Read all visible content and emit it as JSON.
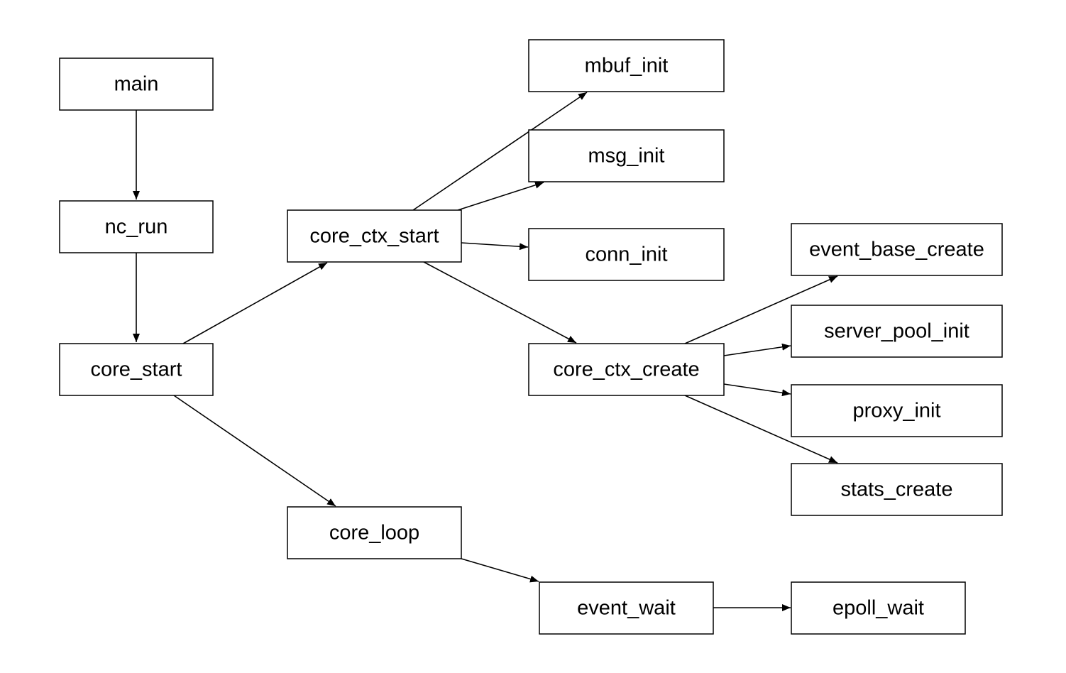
{
  "diagram": {
    "type": "call-graph",
    "colors": {
      "stroke": "#000000",
      "fill": "#ffffff",
      "text": "#000000"
    },
    "nodes": [
      {
        "id": "main",
        "label": "main"
      },
      {
        "id": "nc_run",
        "label": "nc_run"
      },
      {
        "id": "core_start",
        "label": "core_start"
      },
      {
        "id": "core_ctx_start",
        "label": "core_ctx_start"
      },
      {
        "id": "core_loop",
        "label": "core_loop"
      },
      {
        "id": "mbuf_init",
        "label": "mbuf_init"
      },
      {
        "id": "msg_init",
        "label": "msg_init"
      },
      {
        "id": "conn_init",
        "label": "conn_init"
      },
      {
        "id": "core_ctx_create",
        "label": "core_ctx_create"
      },
      {
        "id": "event_wait",
        "label": "event_wait"
      },
      {
        "id": "event_base_create",
        "label": "event_base_create"
      },
      {
        "id": "server_pool_init",
        "label": "server_pool_init"
      },
      {
        "id": "proxy_init",
        "label": "proxy_init"
      },
      {
        "id": "stats_create",
        "label": "stats_create"
      },
      {
        "id": "epoll_wait",
        "label": "epoll_wait"
      }
    ],
    "edges": [
      {
        "from": "main",
        "to": "nc_run"
      },
      {
        "from": "nc_run",
        "to": "core_start"
      },
      {
        "from": "core_start",
        "to": "core_ctx_start"
      },
      {
        "from": "core_start",
        "to": "core_loop"
      },
      {
        "from": "core_ctx_start",
        "to": "mbuf_init"
      },
      {
        "from": "core_ctx_start",
        "to": "msg_init"
      },
      {
        "from": "core_ctx_start",
        "to": "conn_init"
      },
      {
        "from": "core_ctx_start",
        "to": "core_ctx_create"
      },
      {
        "from": "core_ctx_create",
        "to": "event_base_create"
      },
      {
        "from": "core_ctx_create",
        "to": "server_pool_init"
      },
      {
        "from": "core_ctx_create",
        "to": "proxy_init"
      },
      {
        "from": "core_ctx_create",
        "to": "stats_create"
      },
      {
        "from": "core_loop",
        "to": "event_wait"
      },
      {
        "from": "event_wait",
        "to": "epoll_wait"
      }
    ]
  }
}
